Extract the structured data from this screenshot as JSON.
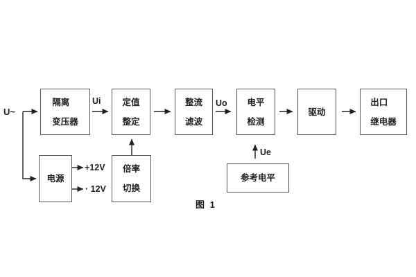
{
  "colors": {
    "background": "#ffffff",
    "box_border": "#585858",
    "text": "#1f1f1f",
    "line": "#222222"
  },
  "diagram": {
    "caption": "图 1",
    "blocks": {
      "isolation_transformer": "隔离\n变压器",
      "setting_adjustment": "定值\n整定",
      "rectifier_filter": "整流\n滤波",
      "level_detection": "电平\n检测",
      "driver": "驱动",
      "output_relay": "出口\n继电器",
      "power_supply": "电源",
      "ratio_switching": "倍率\n切换",
      "reference_level": "参考电平"
    },
    "signal_labels": {
      "input": "U~",
      "after_transformer": "Ui",
      "after_filter": "Uo",
      "reference": "Ue",
      "rail_positive": "+12V",
      "rail_negative": "· 12V"
    }
  }
}
